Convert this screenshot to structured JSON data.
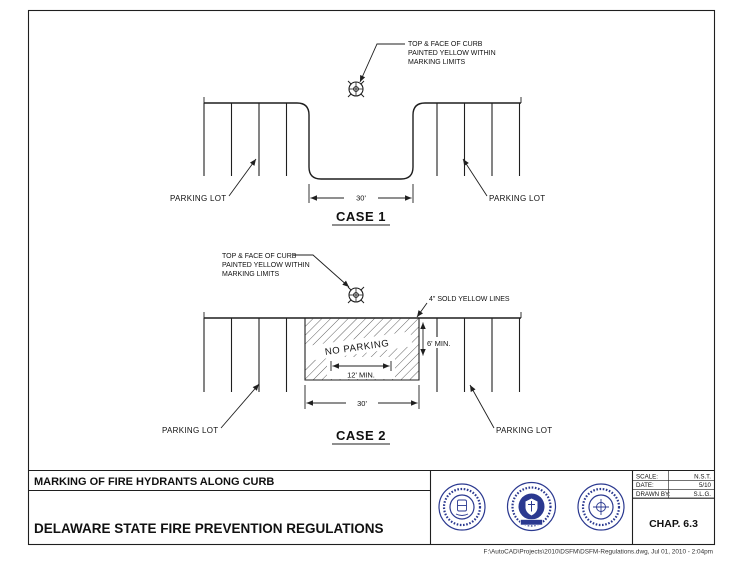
{
  "case1": {
    "title": "CASE 1",
    "annotation_lines": [
      "TOP & FACE OF CURB",
      "PAINTED YELLOW WITHIN",
      "MARKING LIMITS"
    ],
    "dim_30": "30'",
    "parking_left": "PARKING LOT",
    "parking_right": "PARKING LOT"
  },
  "case2": {
    "title": "CASE 2",
    "annotation_lines": [
      "TOP & FACE OF CURB",
      "PAINTED YELLOW WITHIN",
      "MARKING LIMITS"
    ],
    "yellow_lines_label": "4\" SOLD YELLOW LINES",
    "no_parking_label": "NO PARKING",
    "dim_6": "6' MIN.",
    "dim_12": "12' MIN.",
    "dim_30": "30'",
    "parking_left": "PARKING LOT",
    "parking_right": "PARKING LOT"
  },
  "title_block": {
    "drawing_title": "MARKING OF FIRE HYDRANTS ALONG CURB",
    "org_title": "DELAWARE STATE FIRE PREVENTION REGULATIONS",
    "scale_label": "SCALE:",
    "scale_value": "N.S.T.",
    "date_label": "DATE:",
    "date_value": "5/10",
    "drawn_by_label": "DRAWN BY:",
    "drawn_by_value": "S.L.G.",
    "chapter": "CHAP. 6.3"
  },
  "footer": {
    "file_info": "F:\\AutoCAD\\Projects\\2010\\DSFM\\DSFM-Regulations.dwg, Jul 01, 2010 - 2:04pm"
  }
}
